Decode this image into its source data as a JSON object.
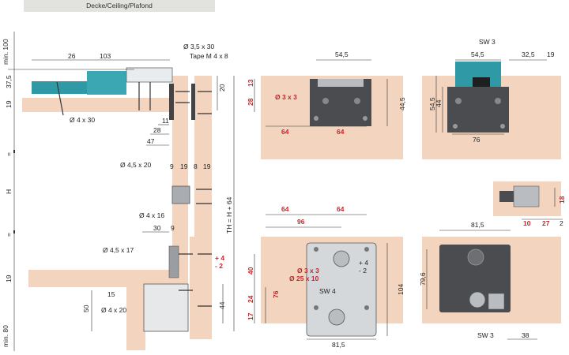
{
  "header": {
    "title": "Decke/Ceiling/Plafond"
  },
  "left_drawing": {
    "labels": {
      "min100": "min. 100",
      "min80": "min. 80",
      "h": "H",
      "th": "TH = H + 64",
      "d26": "26",
      "d103": "103",
      "d375": "37,5",
      "d19a": "19",
      "d20": "20",
      "d11": "11",
      "d28": "28",
      "d47": "47",
      "d9": "9",
      "d19b": "19",
      "d8": "8",
      "d19c": "19",
      "d19d": "19",
      "d30": "30",
      "d9b": "9",
      "d50": "50",
      "d15": "15",
      "d44": "44",
      "pm4": "+ 4",
      "pm2": "- 2",
      "phi35": "Ø 3,5 x 30",
      "tape": "Tape M 4 x 8",
      "phi430": "Ø 4 x 30",
      "phi4520": "Ø 4,5 x 20",
      "phi416": "Ø 4 x 16",
      "phi4517": "Ø 4,5 x 17",
      "phi420": "Ø 4 x 20",
      "eq1": "=",
      "eq2": "="
    }
  },
  "top_middle": {
    "labels": {
      "d545": "54,5",
      "d13": "13",
      "d28": "28",
      "phi33": "Ø 3 x 3",
      "d445": "44,5",
      "d64a": "64",
      "d64b": "64"
    }
  },
  "top_right": {
    "labels": {
      "sw3": "SW 3",
      "d545": "54,5",
      "d325": "32,5",
      "d19": "19",
      "d545v": "54,5",
      "d44": "44",
      "d76": "76"
    }
  },
  "mid_right": {
    "labels": {
      "d18": "18",
      "d10": "10",
      "d27": "27",
      "d2": "2"
    }
  },
  "bottom_middle": {
    "labels": {
      "d64a": "64",
      "d64b": "64",
      "d96": "96",
      "d40": "40",
      "d24": "24",
      "d76": "76",
      "d17": "17",
      "phi33": "Ø 3 x 3",
      "phi25": "Ø 25 x 10",
      "sw4": "SW 4",
      "d815": "81,5",
      "d104": "104",
      "pm4": "+ 4",
      "pm2": "- 2"
    }
  },
  "bottom_right": {
    "labels": {
      "d815": "81,5",
      "d796": "79,6",
      "sw3": "SW 3",
      "d38": "38"
    }
  },
  "colors": {
    "wood": "#f3d5bf",
    "grey_plate": "#b9bdc2",
    "dark_part": "#4a4c4f",
    "teal": "#2f9aa6",
    "red_dim": "#c0282d"
  }
}
